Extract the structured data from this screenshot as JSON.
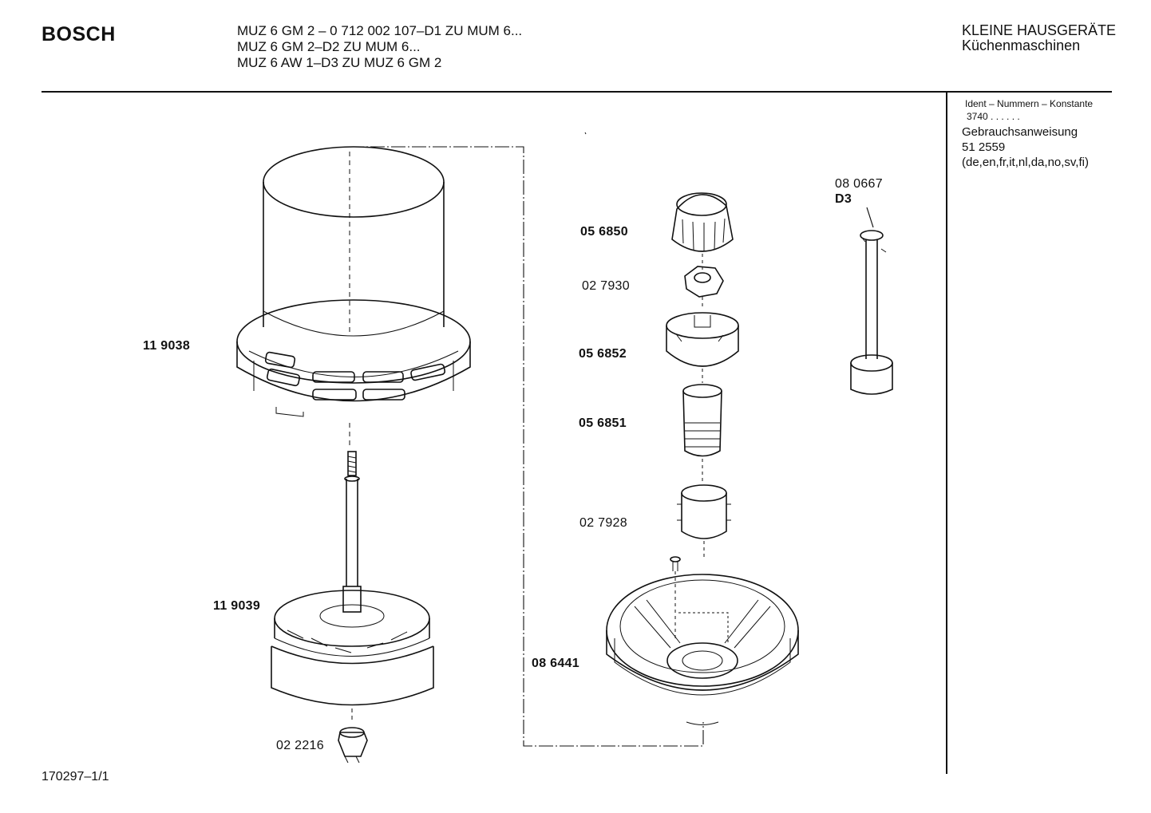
{
  "header": {
    "brand": "BOSCH",
    "models": [
      "MUZ 6 GM 2 – 0 712 002 107–D1 ZU MUM 6...",
      "MUZ 6 GM 2–D2 ZU MUM 6...",
      "MUZ 6 AW 1–D3 ZU MUZ 6 GM 2"
    ],
    "category_line1": "KLEINE HAUSGERÄTE",
    "category_line2": "Küchenmaschinen"
  },
  "sidebar": {
    "ident_title": "Ident – Nummern – Konstante",
    "ident_value": "3740  .  .  .  .  .  .",
    "manual_title": "Gebrauchsanweisung",
    "manual_number": "51 2559",
    "manual_languages": "(de,en,fr,it,nl,da,no,sv,fi)"
  },
  "parts": [
    {
      "number": "11 9038",
      "name": "bowl"
    },
    {
      "number": "11 9039",
      "name": "grinding-disc-with-shaft"
    },
    {
      "number": "02 2216",
      "name": "nut"
    },
    {
      "number": "05 6850",
      "name": "knob"
    },
    {
      "number": "02 7930",
      "name": "nut-hexagonal"
    },
    {
      "number": "05 6852",
      "name": "cap"
    },
    {
      "number": "05 6851",
      "name": "sleeve"
    },
    {
      "number": "02 7928",
      "name": "bushing"
    },
    {
      "number": "08 6441",
      "name": "base"
    },
    {
      "number": "08 0667",
      "variant": "D3",
      "name": "tool-rod"
    }
  ],
  "footer": {
    "doc_id": "170297–1/1"
  }
}
